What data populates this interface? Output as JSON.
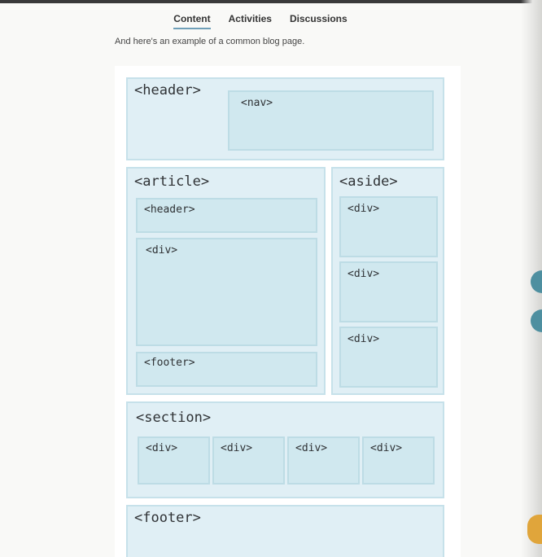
{
  "tabs": [
    {
      "label": "Content",
      "active": true
    },
    {
      "label": "Activities",
      "active": false
    },
    {
      "label": "Discussions",
      "active": false
    }
  ],
  "intro_text": "And here's an example of a common blog page.",
  "diagram": {
    "header": {
      "label": "<header>",
      "nav": "<nav>"
    },
    "article": {
      "label": "<article>",
      "header": "<header>",
      "div": "<div>",
      "footer": "<footer>"
    },
    "aside": {
      "label": "<aside>",
      "divs": [
        "<div>",
        "<div>",
        "<div>"
      ]
    },
    "section": {
      "label": "<section>",
      "divs": [
        "<div>",
        "<div>",
        "<div>",
        "<div>"
      ]
    },
    "footer": {
      "label": "<footer>"
    }
  },
  "colors": {
    "outer_box": "#e0eff5",
    "inner_box": "#d0e8ef",
    "border": "#c6e1ea",
    "tab_underline": "#6f9fb8",
    "side_button": "#4e8fa0",
    "chat_button": "#e0a53b"
  }
}
